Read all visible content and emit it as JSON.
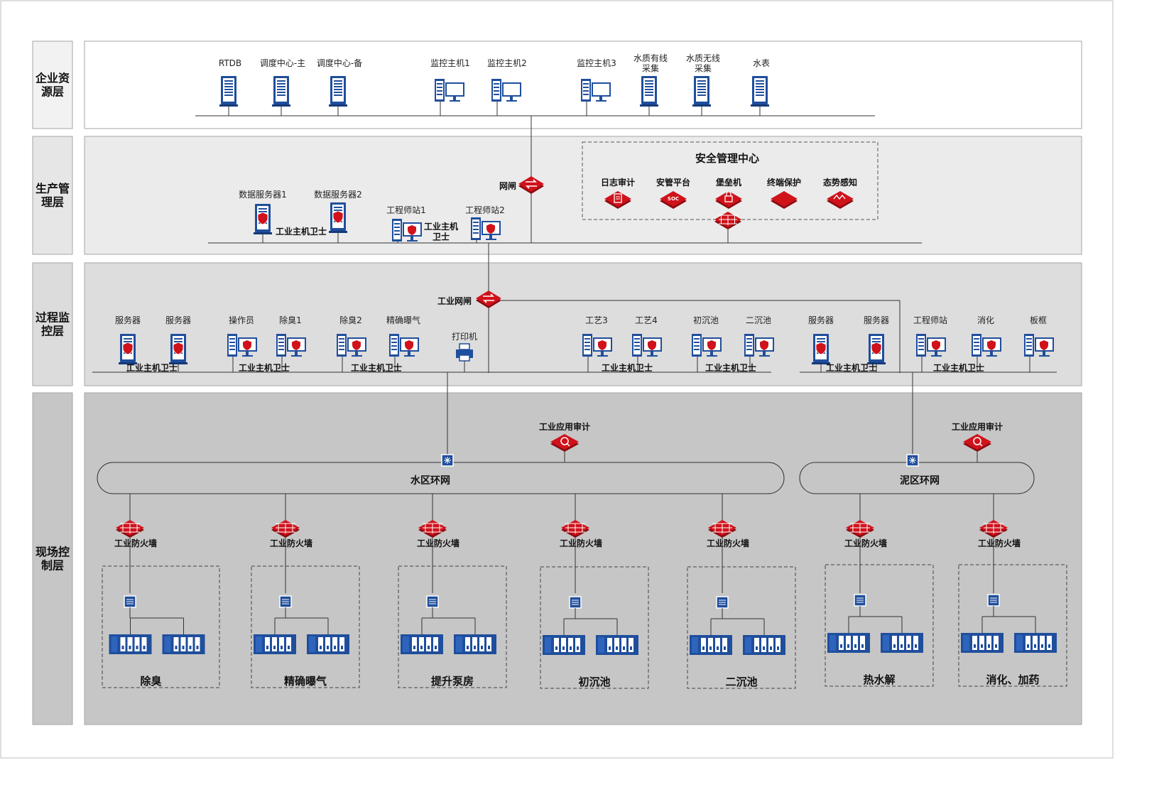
{
  "layers": {
    "enterprise": "企业资\n源层",
    "production": "生产管\n理层",
    "process": "过程监\n控层",
    "field": "现场控\n制层"
  },
  "enterprise": {
    "nodes": [
      {
        "label": "RTDB",
        "icon": "server-icon"
      },
      {
        "label": "调度中心-主",
        "icon": "server-icon"
      },
      {
        "label": "调度中心-备",
        "icon": "server-icon"
      },
      {
        "label": "监控主机1",
        "icon": "workstation-icon"
      },
      {
        "label": "监控主机2",
        "icon": "workstation-icon"
      },
      {
        "label": "监控主机3",
        "icon": "workstation-icon"
      },
      {
        "label": "水质有线\n采集",
        "icon": "server-icon"
      },
      {
        "label": "水质无线\n采集",
        "icon": "server-icon"
      },
      {
        "label": "水表",
        "icon": "server-icon"
      }
    ]
  },
  "production": {
    "gateway_label": "网闸",
    "data_servers": [
      "数据服务器1",
      "数据服务器2"
    ],
    "guard_label_1": "工业主机卫士",
    "eng_stations": [
      "工程师站1",
      "工程师站2"
    ],
    "guard_label_2": "工业主机\n卫士",
    "security_center": {
      "title": "安全管理中心",
      "items": [
        "日志审计",
        "安管平台",
        "堡垒机",
        "终端保护",
        "态势感知"
      ],
      "soc_text": "SOC"
    }
  },
  "process": {
    "gateway_label": "工业网闸",
    "nodes": [
      "服务器",
      "服务器",
      "操作员",
      "除臭1",
      "除臭2",
      "精确曝气",
      "工艺3",
      "工艺4",
      "初沉池",
      "二沉池",
      "服务器",
      "服务器",
      "工程师站",
      "消化",
      "板框"
    ],
    "printer_label": "打印机",
    "guard_label": "工业主机卫士"
  },
  "field": {
    "audit_label": "工业应用审计",
    "water_ring": "水区环网",
    "sludge_ring": "泥区环网",
    "firewall_label": "工业防火墙",
    "zones": [
      "除臭",
      "精确曝气",
      "提升泵房",
      "初沉池",
      "二沉池",
      "热水解",
      "消化、加药"
    ]
  },
  "colors": {
    "device_blue": "#1f4e9c",
    "security_red": "#d0121b",
    "layer_light": "#ebebeb",
    "layer_mid": "#dddddd",
    "layer_dark": "#c6c6c6"
  }
}
